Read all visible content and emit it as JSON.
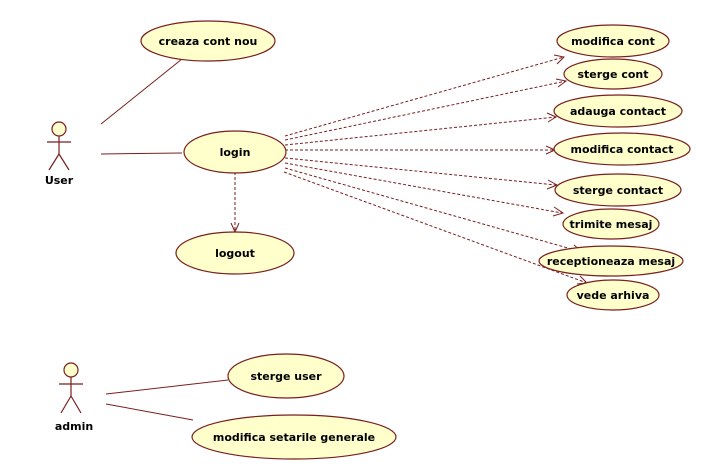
{
  "actors": {
    "user": "User",
    "admin": "admin"
  },
  "use_cases": {
    "creaza_cont_nou": "creaza cont nou",
    "login": "login",
    "logout": "logout",
    "modifica_cont": "modifica cont",
    "sterge_cont": "sterge cont",
    "adauga_contact": "adauga contact",
    "modifica_contact": "modifica contact",
    "sterge_contact": "sterge contact",
    "trimite_mesaj": "trimite mesaj",
    "receptioneaza_mesaj": "receptioneaza mesaj",
    "vede_arhiva": "vede arhiva",
    "sterge_user": "sterge user",
    "modifica_setarile_generale": "modifica setarile generale"
  },
  "colors": {
    "use_case_fill": "#ffffcc",
    "line": "#7a1f1f",
    "background": "#ffffff"
  }
}
